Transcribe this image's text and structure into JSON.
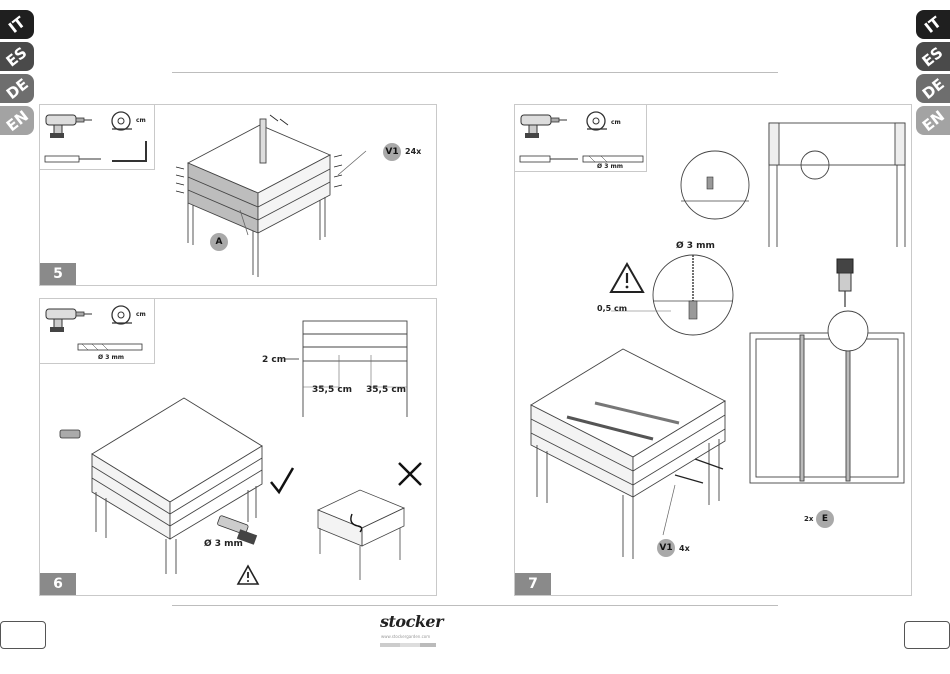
{
  "language_tabs": [
    "IT",
    "ES",
    "DE",
    "EN"
  ],
  "tab_colors": [
    "#1f1f1f",
    "#4a4a4a",
    "#6e6e6e",
    "#a3a3a3"
  ],
  "brand": {
    "logo": "stocker",
    "url": "www.stockergarden.com"
  },
  "tool_icons": [
    "drill-icon",
    "tape-measure-icon",
    "screwdriver-icon",
    "square-icon",
    "drill-bit-icon"
  ],
  "steps": [
    {
      "number": "5",
      "labels": {
        "tape_unit": "cm",
        "screw_code": "V1",
        "screw_qty": "24x",
        "part": "A"
      }
    },
    {
      "number": "6",
      "labels": {
        "tape_unit": "cm",
        "bit_size": "Ø 3 mm",
        "offset": "2 cm",
        "spacing_left": "35,5 cm",
        "spacing_right": "35,5 cm",
        "drill_size": "Ø 3 mm"
      }
    },
    {
      "number": "7",
      "labels": {
        "tape_unit": "cm",
        "bit_size": "Ø 3 mm",
        "drill_size": "Ø 3 mm",
        "depth": "0,5 cm",
        "screw_code": "V1",
        "screw_qty": "4x",
        "part_qty": "2x",
        "part": "E"
      }
    }
  ]
}
